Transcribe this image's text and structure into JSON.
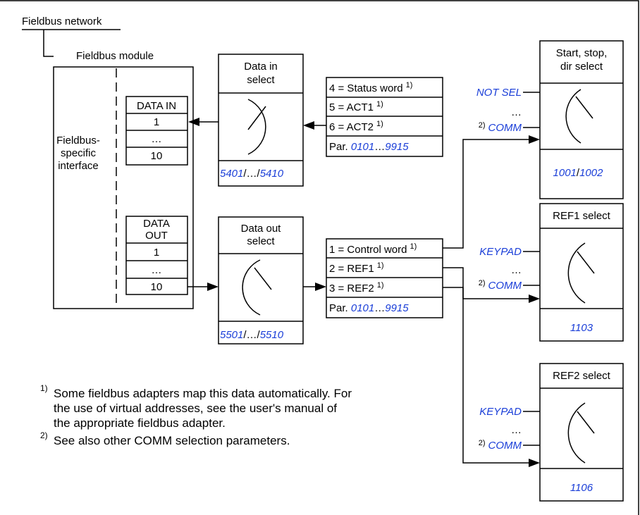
{
  "network_label": "Fieldbus network",
  "module": {
    "title": "Fieldbus module",
    "interface_lines": [
      "Fieldbus-",
      "specific",
      "interface"
    ],
    "data_in": {
      "header": "DATA IN",
      "rows": [
        "1",
        "…",
        "10"
      ]
    },
    "data_out": {
      "header_lines": [
        "DATA",
        "OUT"
      ],
      "rows": [
        "1",
        "…",
        "10"
      ]
    }
  },
  "data_in_select": {
    "title_lines": [
      "Data in",
      "select"
    ],
    "params": [
      "5401",
      "/…/",
      "5410"
    ]
  },
  "data_out_select": {
    "title_lines": [
      "Data out",
      "select"
    ],
    "params": [
      "5501",
      "/…/",
      "5510"
    ]
  },
  "status_list": {
    "items": [
      {
        "text": "4 = Status word",
        "sup": "1)"
      },
      {
        "text": "5 = ACT1",
        "sup": "1)"
      },
      {
        "text": "6 = ACT2",
        "sup": "1)"
      }
    ],
    "par": {
      "prefix": "Par. ",
      "from": "0101",
      "sep": "…",
      "to": "9915"
    }
  },
  "control_list": {
    "items": [
      {
        "text": "1 = Control word",
        "sup": "1)"
      },
      {
        "text": "2 = REF1",
        "sup": "1)"
      },
      {
        "text": "3 = REF2",
        "sup": "1)"
      }
    ],
    "par": {
      "prefix": "Par. ",
      "from": "0101",
      "sep": "…",
      "to": "9915"
    }
  },
  "start_stop": {
    "title_lines": [
      "Start, stop,",
      "dir select"
    ],
    "input_top": "NOT SEL",
    "ellipsis": "…",
    "comm_sup": "2)",
    "comm": "COMM",
    "params": [
      "1001",
      "/",
      "1002"
    ]
  },
  "ref1": {
    "title": "REF1 select",
    "input_top": "KEYPAD",
    "ellipsis": "…",
    "comm_sup": "2)",
    "comm": "COMM",
    "param": "1103"
  },
  "ref2": {
    "title": "REF2 select",
    "input_top": "KEYPAD",
    "ellipsis": "…",
    "comm_sup": "2)",
    "comm": "COMM",
    "param": "1106"
  },
  "notes": [
    {
      "sup": "1)",
      "lines": [
        "Some fieldbus adapters map this data automatically. For",
        "the use of virtual addresses, see the user's manual of",
        "the appropriate fieldbus adapter."
      ]
    },
    {
      "sup": "2)",
      "lines": [
        "See also other COMM selection parameters."
      ]
    }
  ],
  "colors": {
    "link": "#1a3ed8",
    "line": "#000000",
    "background": "#ffffff"
  }
}
